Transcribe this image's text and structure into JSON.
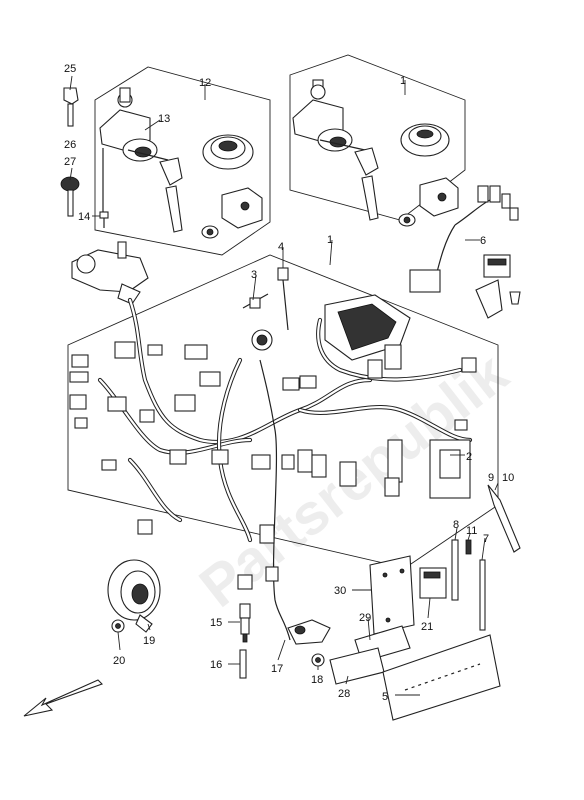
{
  "watermark": "Partsrepublik",
  "callouts": {
    "c1": "1",
    "c1b": "1",
    "c2": "2",
    "c3": "3",
    "c4": "4",
    "c5": "5",
    "c6": "6",
    "c7": "7",
    "c8": "8",
    "c9": "9",
    "c10": "10",
    "c11": "11",
    "c12": "12",
    "c13": "13",
    "c14": "14",
    "c15": "15",
    "c16": "16",
    "c17": "17",
    "c18": "18",
    "c19": "19",
    "c20": "20",
    "c21": "21",
    "c25": "25",
    "c26": "26",
    "c27": "27",
    "c28": "28",
    "c29": "29",
    "c30": "30"
  }
}
